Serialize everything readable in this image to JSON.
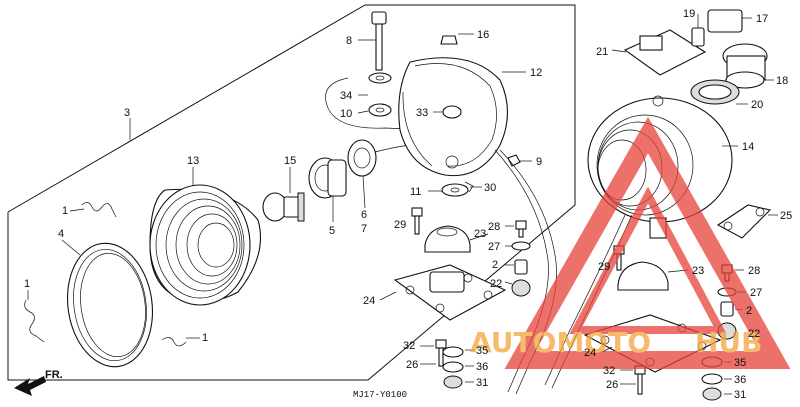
{
  "diagram": {
    "drawing_code": "MJ17-Y0100",
    "direction_label": "FR.",
    "watermark": {
      "word_left": "AUTOMOTO",
      "word_right": "HUB",
      "color_red": "#e8423a",
      "color_orange": "#f2a33a"
    },
    "callouts": [
      {
        "id": "c1a",
        "label": "1"
      },
      {
        "id": "c1b",
        "label": "1"
      },
      {
        "id": "c1c",
        "label": "1"
      },
      {
        "id": "c2a",
        "label": "2"
      },
      {
        "id": "c2b",
        "label": "2"
      },
      {
        "id": "c3",
        "label": "3"
      },
      {
        "id": "c4",
        "label": "4"
      },
      {
        "id": "c5",
        "label": "5"
      },
      {
        "id": "c6",
        "label": "6"
      },
      {
        "id": "c7",
        "label": "7"
      },
      {
        "id": "c8",
        "label": "8"
      },
      {
        "id": "c9",
        "label": "9"
      },
      {
        "id": "c10",
        "label": "10"
      },
      {
        "id": "c11",
        "label": "11"
      },
      {
        "id": "c12",
        "label": "12"
      },
      {
        "id": "c13",
        "label": "13"
      },
      {
        "id": "c14",
        "label": "14"
      },
      {
        "id": "c15",
        "label": "15"
      },
      {
        "id": "c16",
        "label": "16"
      },
      {
        "id": "c17",
        "label": "17"
      },
      {
        "id": "c18",
        "label": "18"
      },
      {
        "id": "c19",
        "label": "19"
      },
      {
        "id": "c20",
        "label": "20"
      },
      {
        "id": "c21",
        "label": "21"
      },
      {
        "id": "c22a",
        "label": "22"
      },
      {
        "id": "c22b",
        "label": "22"
      },
      {
        "id": "c23a",
        "label": "23"
      },
      {
        "id": "c23b",
        "label": "23"
      },
      {
        "id": "c24a",
        "label": "24"
      },
      {
        "id": "c24b",
        "label": "24"
      },
      {
        "id": "c25",
        "label": "25"
      },
      {
        "id": "c26a",
        "label": "26"
      },
      {
        "id": "c26b",
        "label": "26"
      },
      {
        "id": "c27a",
        "label": "27"
      },
      {
        "id": "c27b",
        "label": "27"
      },
      {
        "id": "c28a",
        "label": "28"
      },
      {
        "id": "c28b",
        "label": "28"
      },
      {
        "id": "c29a",
        "label": "29"
      },
      {
        "id": "c29b",
        "label": "29"
      },
      {
        "id": "c30",
        "label": "30"
      },
      {
        "id": "c31a",
        "label": "31"
      },
      {
        "id": "c31b",
        "label": "31"
      },
      {
        "id": "c32a",
        "label": "32"
      },
      {
        "id": "c32b",
        "label": "32"
      },
      {
        "id": "c33",
        "label": "33"
      },
      {
        "id": "c34",
        "label": "34"
      },
      {
        "id": "c35a",
        "label": "35"
      },
      {
        "id": "c35b",
        "label": "35"
      },
      {
        "id": "c36a",
        "label": "36"
      },
      {
        "id": "c36b",
        "label": "36"
      }
    ]
  }
}
